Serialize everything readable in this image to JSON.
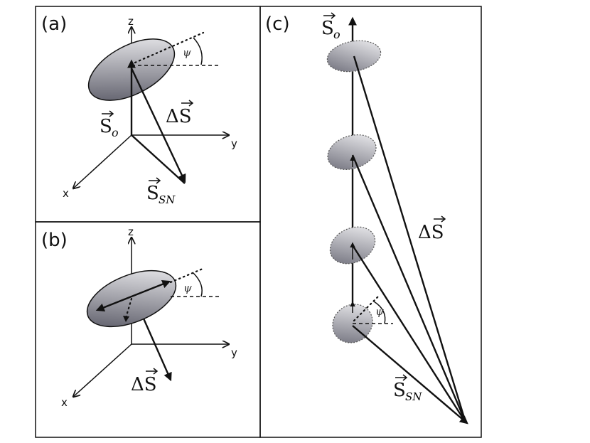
{
  "panels": {
    "a": {
      "label": "(a)",
      "axes": {
        "z": "z",
        "y": "y",
        "x": "x"
      },
      "vectors": {
        "s_o": "S",
        "s_o_sub": "o",
        "delta_s": "ΔS",
        "s_sn": "S",
        "s_sn_sub": "SN"
      },
      "angle": "ψ"
    },
    "b": {
      "label": "(b)",
      "axes": {
        "z": "z",
        "y": "y",
        "x": "x"
      },
      "vectors": {
        "delta_s": "ΔS"
      },
      "angle": "ψ"
    },
    "c": {
      "label": "(c)",
      "vectors": {
        "s_o": "S",
        "s_o_sub": "o",
        "delta_s": "ΔS",
        "s_sn": "S",
        "s_sn_sub": "SN"
      },
      "angle": "ψ"
    }
  },
  "colors": {
    "ellipse_dark": "#5a5a66",
    "ellipse_light": "#f4f4f7",
    "stroke": "#111111"
  }
}
